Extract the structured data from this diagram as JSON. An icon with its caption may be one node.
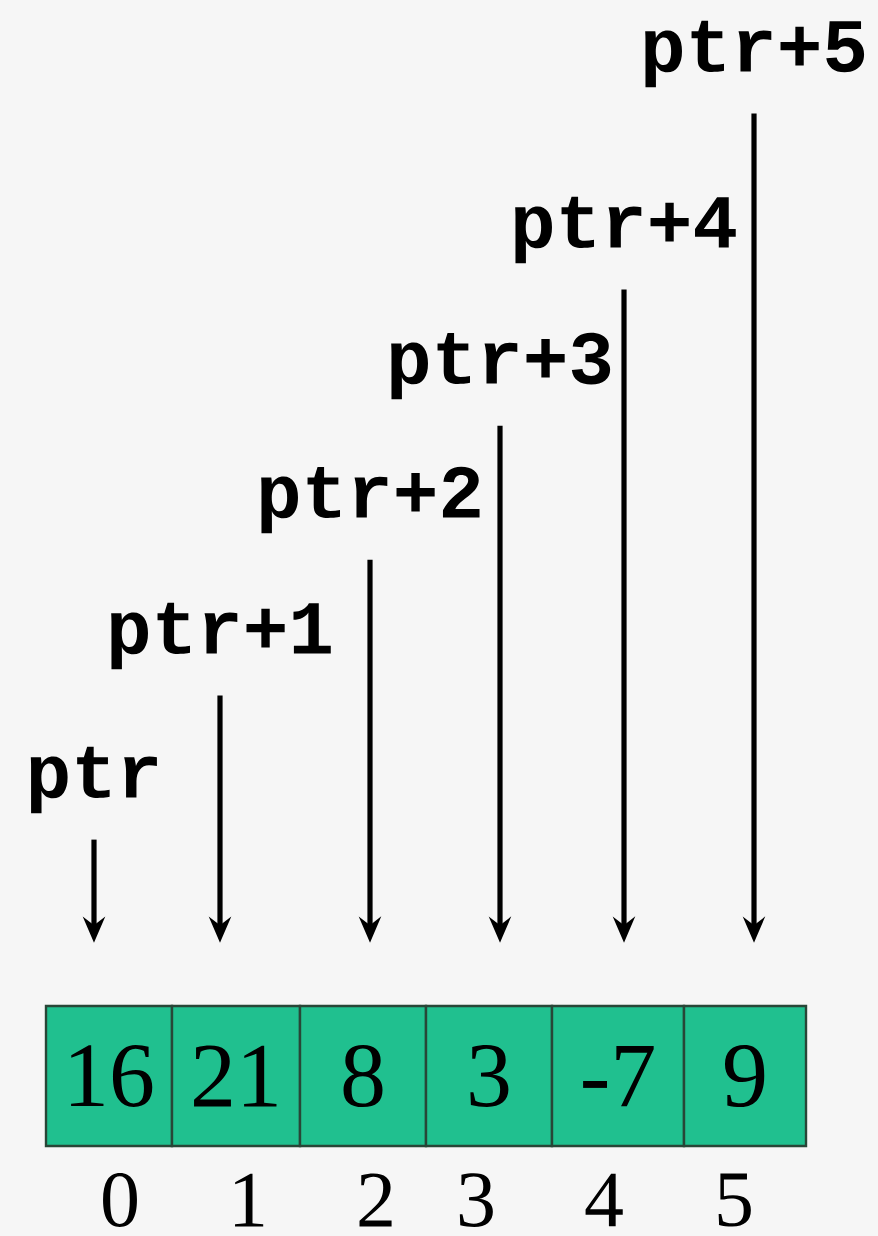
{
  "diagram": {
    "nodes": [
      {
        "text": [
          "ptr"
        ]
      },
      {
        "text": [
          "ptr+1"
        ]
      },
      {
        "text": [
          "ptr+2"
        ]
      },
      {
        "text": [
          "ptr+3"
        ]
      },
      {
        "text": [
          "ptr+4"
        ]
      },
      {
        "text": [
          "ptr+5"
        ]
      },
      {
        "text": [
          "16"
        ]
      },
      {
        "text": [
          "21"
        ]
      },
      {
        "text": [
          "8"
        ]
      },
      {
        "text": [
          "3"
        ]
      },
      {
        "text": [
          "-7"
        ]
      },
      {
        "text": [
          "9"
        ]
      }
    ],
    "edges": [
      {
        "from": 0,
        "to": 6,
        "arrow": "to"
      },
      {
        "from": 1,
        "to": 7,
        "arrow": "to"
      },
      {
        "from": 2,
        "to": 8,
        "arrow": "to"
      },
      {
        "from": 3,
        "to": 9,
        "arrow": "to"
      },
      {
        "from": 4,
        "to": 10,
        "arrow": "to"
      },
      {
        "from": 5,
        "to": 11,
        "arrow": "to"
      }
    ],
    "labels": [
      "0",
      "1",
      "2",
      "3",
      "4",
      "5"
    ]
  }
}
